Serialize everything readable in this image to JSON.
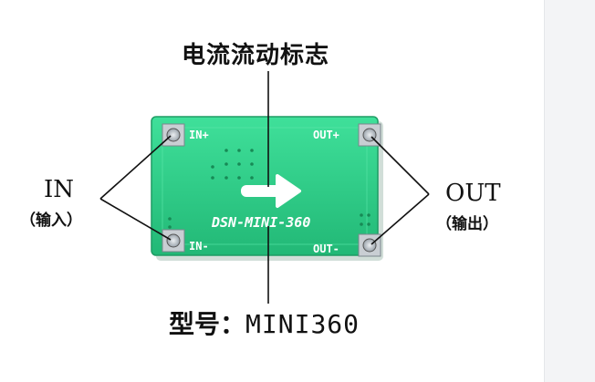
{
  "labels": {
    "flow_caption": "电流流动标志",
    "input_label": "IN",
    "input_sub": "（输入）",
    "output_label": "OUT",
    "output_sub": "（输出）",
    "model_prefix": "型号：",
    "model_value": "MINI360"
  },
  "board": {
    "silkscreen_name": "DSN-MINI-360",
    "pad_in_plus": "IN+",
    "pad_in_minus": "IN-",
    "pad_out_plus": "OUT+",
    "pad_out_minus": "OUT-",
    "pcb_color": "#2fcf8a",
    "arrow_icon": "right-arrow-icon"
  }
}
